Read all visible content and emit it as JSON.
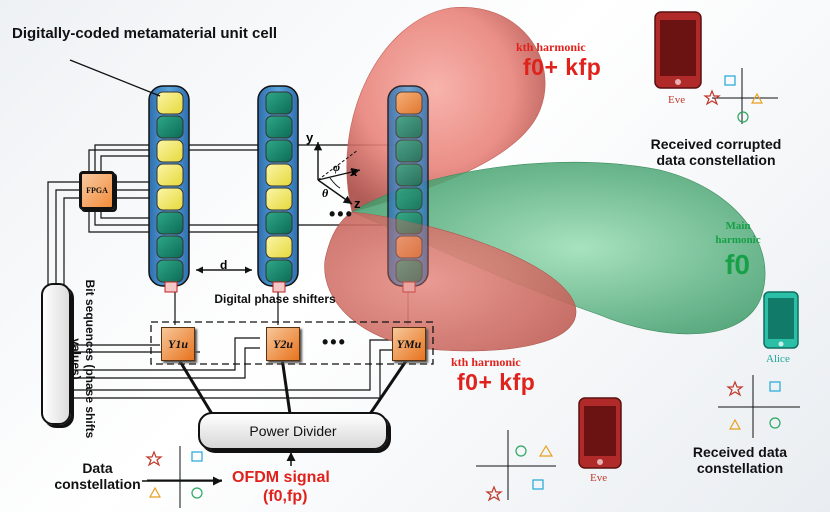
{
  "labels": {
    "unit_cell_title": "Digitally-coded metamaterial unit cell",
    "fpga": "FPGA",
    "bit_sequences": "Bit sequences (phase shifts values)",
    "spacing_d": "d",
    "digital_phase_shifters": "Digital phase shifters",
    "shifter_1": "Y1u",
    "shifter_2": "Y2u",
    "shifter_m": "YMu",
    "ellipsis": "•••",
    "power_divider": "Power Divider",
    "data_constellation": "Data constellation",
    "ofdm_signal": "OFDM signal",
    "ofdm_freqs": "(f0,fp)",
    "axis_y": "y",
    "axis_x": "x",
    "axis_z": "z",
    "angle_phi": "φ",
    "angle_theta": "θ"
  },
  "harmonics": {
    "kth_title": "kth harmonic",
    "kth_eq": "f0+ kfp",
    "main_title": "Main harmonic",
    "main_eq": "f0"
  },
  "receivers": {
    "eve_label": "Eve",
    "alice_label": "Alice",
    "corrupted_title": "Received corrupted data constellation",
    "received_title": "Received data constellation"
  },
  "colors": {
    "red_text": "#e0221c",
    "green_text": "#18a048",
    "red_beam": "#e8837a",
    "green_beam": "#5fc08a",
    "cell_yellow": "#f2ea6a",
    "cell_green": "#138a6e",
    "cell_orange": "#f0913a",
    "column_blue": "#3a86c8",
    "alice_phone": "#2bbfa7",
    "eve_phone": "#b02a2a"
  },
  "constellation_symbols": [
    "star",
    "square",
    "triangle",
    "circle"
  ]
}
